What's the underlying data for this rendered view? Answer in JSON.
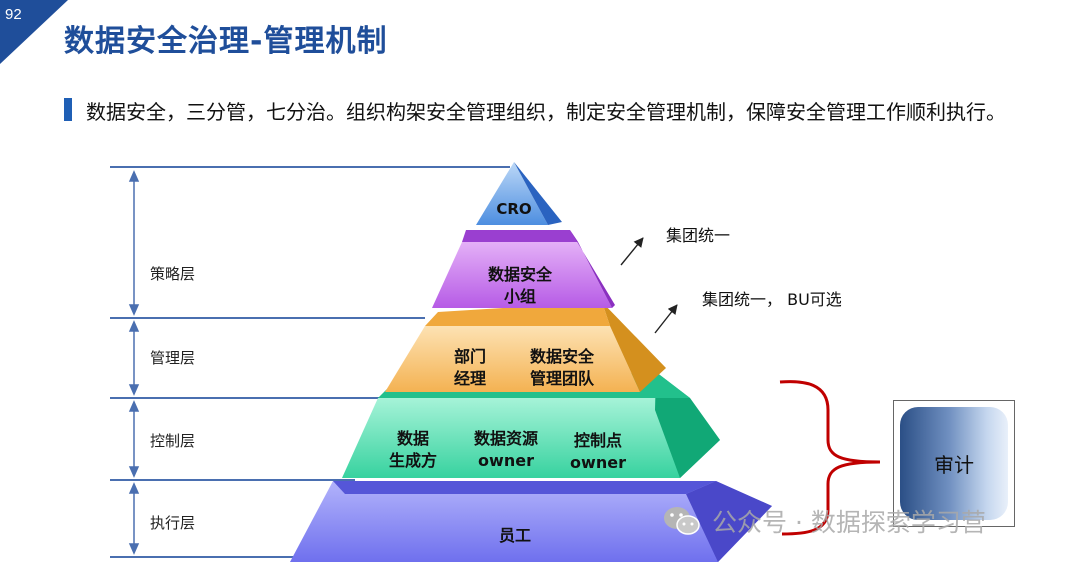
{
  "page_number": "92",
  "title": "数据安全治理-管理机制",
  "subtitle": "数据安全，三分管，七分治。组织构架安全管理组织，制定安全管理机制，保障安全管理工作顺利执行。",
  "layers": [
    "策略层",
    "管理层",
    "控制层",
    "执行层"
  ],
  "pyramid": {
    "tier1": "CRO",
    "tier2": [
      "数据安全",
      "小组"
    ],
    "tier3": {
      "left": [
        "部门",
        "经理"
      ],
      "right": [
        "数据安全",
        "管理团队"
      ]
    },
    "tier4": {
      "left": [
        "数据",
        "生成方"
      ],
      "middle": [
        "数据资源",
        "owner"
      ],
      "right": [
        "控制点",
        "owner"
      ]
    },
    "tier5": "员工"
  },
  "notes": {
    "upper": "集团统一",
    "lower": "集团统一， BU可选"
  },
  "audit": "审计",
  "watermark": "公众号 · 数据探索学习营",
  "colors": {
    "title": "#1f4e9a",
    "cro": "#3d7fd6",
    "tier2": "#b05ae0",
    "tier3": "#f5b85a",
    "tier4": "#3ed5a3",
    "tier5": "#6f6ff0",
    "bracket": "#c00000"
  }
}
